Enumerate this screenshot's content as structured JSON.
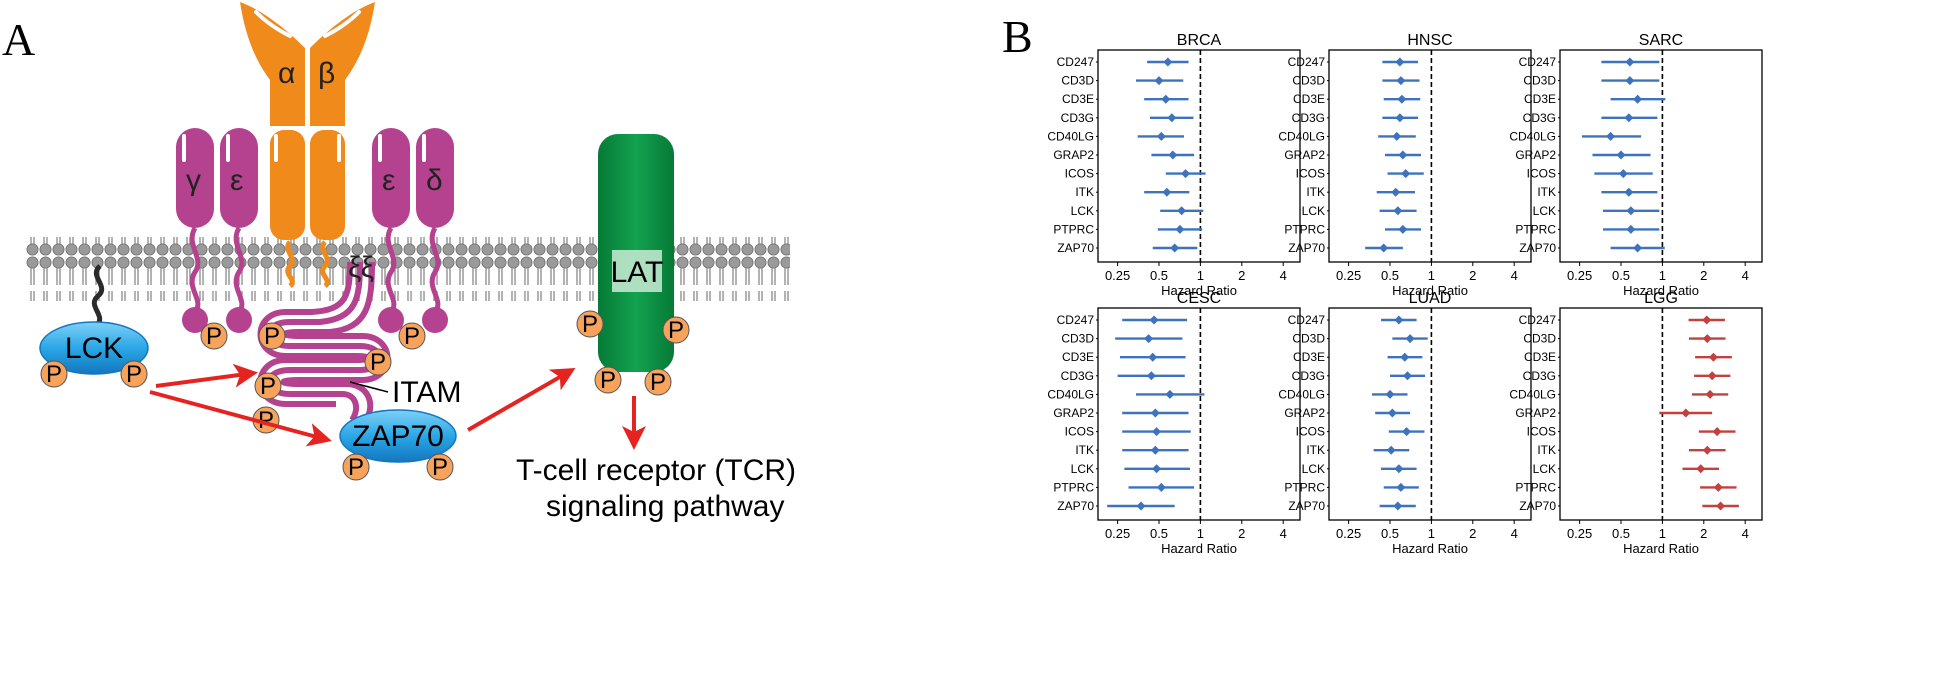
{
  "panel_a": {
    "label": "A",
    "chains": {
      "alpha": "α",
      "beta": "β",
      "gamma": "γ",
      "epsilon_left": "ε",
      "epsilon_right": "ε",
      "delta": "δ",
      "zeta": "ξξ"
    },
    "nodes": {
      "lck": "LCK",
      "zap70": "ZAP70",
      "lat": "LAT",
      "itam": "ITAM",
      "phospho": "P"
    },
    "pathway_label_line1": "T-cell receptor (TCR)",
    "pathway_label_line2": "signaling pathway",
    "colors": {
      "cd3": "#b5428f",
      "alpha_beta": "#f08a1b",
      "lat": "#0b9a47",
      "blue_node": "#2aa7e6",
      "phospho": "#f7a35c",
      "arrow": "#e52421",
      "membrane": "#8d8d8d"
    }
  },
  "panel_b": {
    "label": "B",
    "colors": {
      "protective": "#3d73bd",
      "risk": "#c2403d"
    }
  },
  "chart_data": [
    {
      "type": "forest",
      "title": "BRCA",
      "xlabel": "Hazard Ratio",
      "x_scale": "log2",
      "xlim": [
        0.18,
        5.3
      ],
      "xticks": [
        "0.25",
        "0.5",
        "1",
        "2",
        "4"
      ],
      "reference_line": 1,
      "color": "protective",
      "categories": [
        "CD247",
        "CD3D",
        "CD3E",
        "CD3G",
        "CD40LG",
        "GRAP2",
        "ICOS",
        "ITK",
        "LCK",
        "PTPRC",
        "ZAP70"
      ],
      "estimate": [
        0.58,
        0.5,
        0.56,
        0.62,
        0.52,
        0.63,
        0.78,
        0.57,
        0.73,
        0.71,
        0.65
      ],
      "lower": [
        0.41,
        0.34,
        0.39,
        0.43,
        0.35,
        0.44,
        0.56,
        0.39,
        0.51,
        0.49,
        0.45
      ],
      "upper": [
        0.82,
        0.75,
        0.82,
        0.89,
        0.76,
        0.9,
        1.09,
        0.83,
        1.05,
        1.03,
        0.95
      ]
    },
    {
      "type": "forest",
      "title": "HNSC",
      "xlabel": "Hazard Ratio",
      "x_scale": "log2",
      "xlim": [
        0.18,
        5.3
      ],
      "xticks": [
        "0.25",
        "0.5",
        "1",
        "2",
        "4"
      ],
      "reference_line": 1,
      "color": "protective",
      "categories": [
        "CD247",
        "CD3D",
        "CD3E",
        "CD3G",
        "CD40LG",
        "GRAP2",
        "ICOS",
        "ITK",
        "LCK",
        "PTPRC",
        "ZAP70"
      ],
      "estimate": [
        0.59,
        0.6,
        0.61,
        0.59,
        0.56,
        0.62,
        0.65,
        0.55,
        0.57,
        0.62,
        0.45
      ],
      "lower": [
        0.44,
        0.44,
        0.45,
        0.44,
        0.41,
        0.46,
        0.48,
        0.4,
        0.42,
        0.46,
        0.33
      ],
      "upper": [
        0.8,
        0.82,
        0.83,
        0.8,
        0.77,
        0.84,
        0.88,
        0.76,
        0.78,
        0.84,
        0.62
      ]
    },
    {
      "type": "forest",
      "title": "SARC",
      "xlabel": "Hazard Ratio",
      "x_scale": "log2",
      "xlim": [
        0.18,
        5.3
      ],
      "xticks": [
        "0.25",
        "0.5",
        "1",
        "2",
        "4"
      ],
      "reference_line": 1,
      "color": "protective",
      "categories": [
        "CD247",
        "CD3D",
        "CD3E",
        "CD3G",
        "CD40LG",
        "GRAP2",
        "ICOS",
        "ITK",
        "LCK",
        "PTPRC",
        "ZAP70"
      ],
      "estimate": [
        0.58,
        0.58,
        0.66,
        0.57,
        0.42,
        0.5,
        0.52,
        0.57,
        0.59,
        0.59,
        0.66
      ],
      "lower": [
        0.36,
        0.36,
        0.42,
        0.36,
        0.26,
        0.31,
        0.32,
        0.36,
        0.37,
        0.37,
        0.42
      ],
      "upper": [
        0.95,
        0.95,
        1.05,
        0.92,
        0.7,
        0.82,
        0.85,
        0.92,
        0.95,
        0.95,
        1.04
      ]
    },
    {
      "type": "forest",
      "title": "CESC",
      "xlabel": "Hazard Ratio",
      "x_scale": "log2",
      "xlim": [
        0.18,
        5.3
      ],
      "xticks": [
        "0.25",
        "0.5",
        "1",
        "2",
        "4"
      ],
      "reference_line": 1,
      "color": "protective",
      "categories": [
        "CD247",
        "CD3D",
        "CD3E",
        "CD3G",
        "CD40LG",
        "GRAP2",
        "ICOS",
        "ITK",
        "LCK",
        "PTPRC",
        "ZAP70"
      ],
      "estimate": [
        0.46,
        0.42,
        0.45,
        0.44,
        0.6,
        0.47,
        0.48,
        0.47,
        0.48,
        0.52,
        0.37
      ],
      "lower": [
        0.27,
        0.24,
        0.26,
        0.25,
        0.34,
        0.27,
        0.27,
        0.27,
        0.28,
        0.3,
        0.21
      ],
      "upper": [
        0.8,
        0.74,
        0.78,
        0.77,
        1.07,
        0.82,
        0.85,
        0.82,
        0.84,
        0.9,
        0.65
      ]
    },
    {
      "type": "forest",
      "title": "LUAD",
      "xlabel": "Hazard Ratio",
      "x_scale": "log2",
      "xlim": [
        0.18,
        5.3
      ],
      "xticks": [
        "0.25",
        "0.5",
        "1",
        "2",
        "4"
      ],
      "reference_line": 1,
      "color": "protective",
      "categories": [
        "CD247",
        "CD3D",
        "CD3E",
        "CD3G",
        "CD40LG",
        "GRAP2",
        "ICOS",
        "ITK",
        "LCK",
        "PTPRC",
        "ZAP70"
      ],
      "estimate": [
        0.58,
        0.7,
        0.64,
        0.67,
        0.5,
        0.52,
        0.66,
        0.51,
        0.58,
        0.6,
        0.57
      ],
      "lower": [
        0.43,
        0.52,
        0.48,
        0.5,
        0.37,
        0.39,
        0.49,
        0.38,
        0.43,
        0.45,
        0.42
      ],
      "upper": [
        0.78,
        0.94,
        0.86,
        0.9,
        0.67,
        0.7,
        0.89,
        0.69,
        0.78,
        0.81,
        0.77
      ]
    },
    {
      "type": "forest",
      "title": "LGG",
      "xlabel": "Hazard Ratio",
      "x_scale": "log2",
      "xlim": [
        0.18,
        5.3
      ],
      "xticks": [
        "0.25",
        "0.5",
        "1",
        "2",
        "4"
      ],
      "reference_line": 1,
      "color": "risk",
      "categories": [
        "CD247",
        "CD3D",
        "CD3E",
        "CD3G",
        "CD40LG",
        "GRAP2",
        "ICOS",
        "ITK",
        "LCK",
        "PTPRC",
        "ZAP70"
      ],
      "estimate": [
        2.1,
        2.12,
        2.35,
        2.3,
        2.22,
        1.48,
        2.5,
        2.12,
        1.9,
        2.55,
        2.65
      ],
      "lower": [
        1.55,
        1.56,
        1.73,
        1.7,
        1.64,
        0.95,
        1.84,
        1.56,
        1.4,
        1.88,
        1.95
      ],
      "upper": [
        2.85,
        2.88,
        3.2,
        3.12,
        3.01,
        2.3,
        3.4,
        2.88,
        2.58,
        3.46,
        3.6
      ]
    }
  ]
}
